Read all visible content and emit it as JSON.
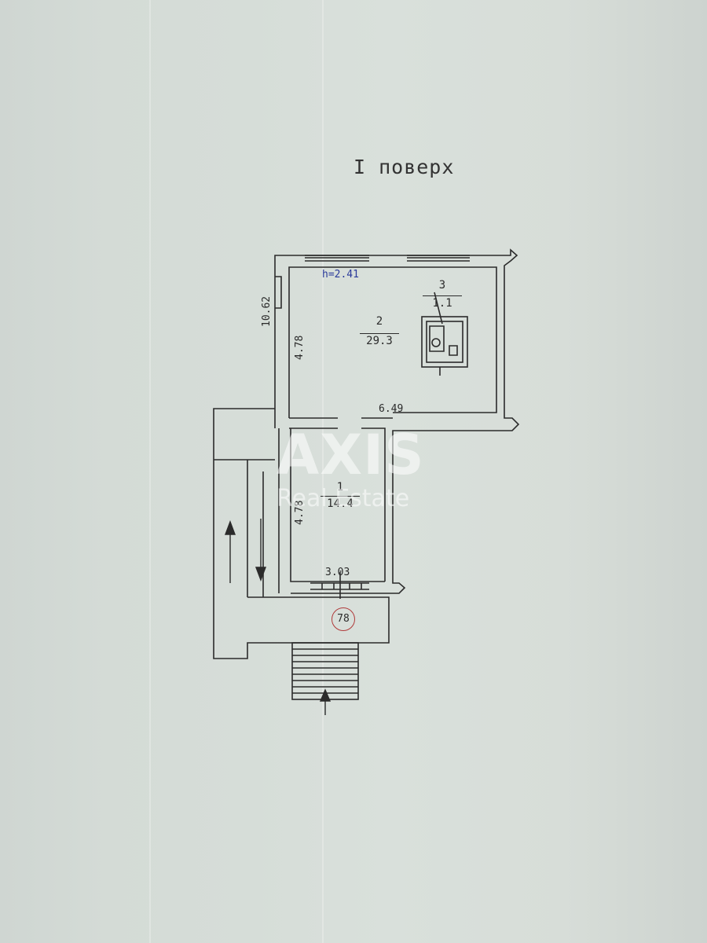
{
  "floor_title": "I поверх",
  "ceiling_height": "h=2.41",
  "dimensions": {
    "overall_depth": "10.62",
    "room2_depth": "4.78",
    "room2_width": "6.49",
    "room1_depth": "4.78",
    "room1_width": "3.03"
  },
  "rooms": [
    {
      "number": "1",
      "area": "14.4"
    },
    {
      "number": "2",
      "area": "29.3"
    },
    {
      "number": "3",
      "area": "1.1"
    }
  ],
  "building_number": "78",
  "watermark": {
    "brand": "AXIS",
    "subtitle": "Real Estate"
  },
  "colors": {
    "paper": "#d6ddd8",
    "ink": "#2b2b2b",
    "ceiling_label": "#2a3a9a",
    "stamp_circle": "#b03a3a"
  }
}
